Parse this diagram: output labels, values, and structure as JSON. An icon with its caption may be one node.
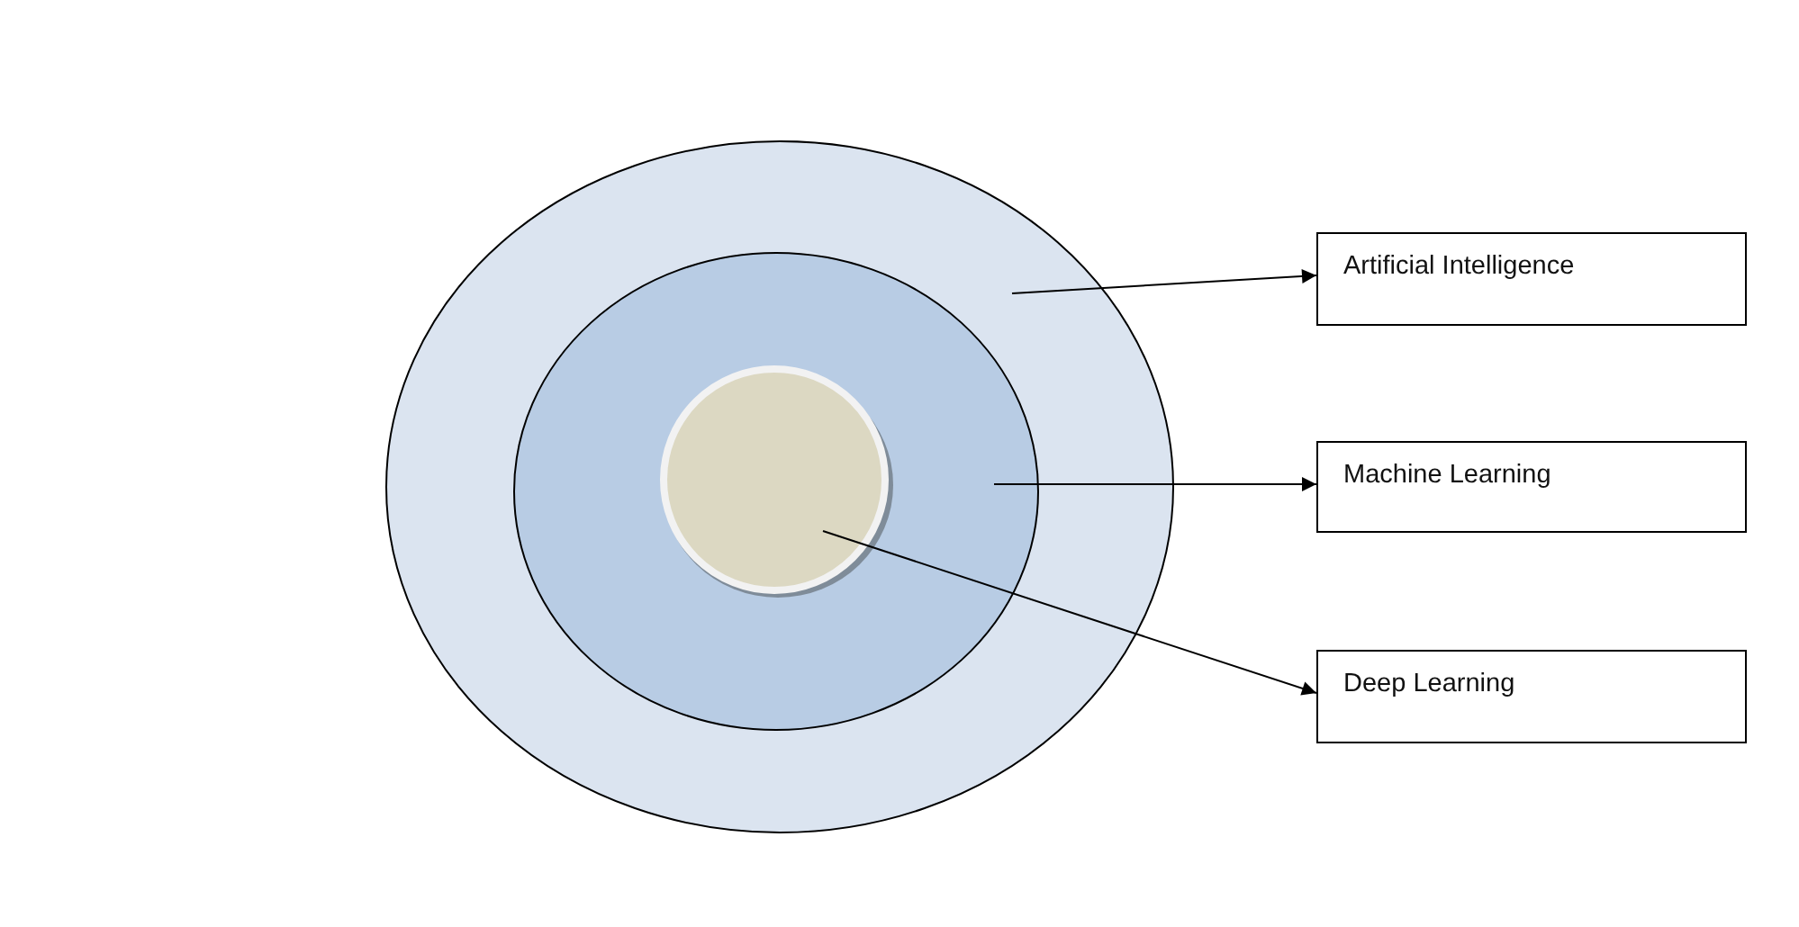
{
  "diagram": {
    "nodes": [
      {
        "text": [],
        "shape": "ellipse"
      },
      {
        "text": [],
        "shape": "ellipse",
        "in": 0
      },
      {
        "text": [],
        "shape": "circle",
        "in": 1
      },
      {
        "text": [
          "Artificial Intelligence"
        ]
      },
      {
        "text": [
          "Machine Learning"
        ]
      },
      {
        "text": [
          "Deep Learning"
        ]
      }
    ],
    "edges": [
      {
        "from": 0,
        "to": 3,
        "arrow": "to"
      },
      {
        "from": 1,
        "to": 4,
        "arrow": "to"
      },
      {
        "from": 2,
        "to": 5,
        "arrow": "to"
      }
    ]
  }
}
